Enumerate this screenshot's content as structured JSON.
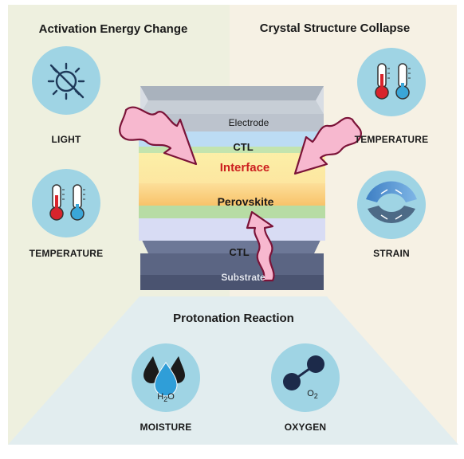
{
  "sections": {
    "activation": {
      "title": "Activation Energy Change",
      "items": [
        "LIGHT",
        "TEMPERATURE"
      ]
    },
    "crystal": {
      "title": "Crystal Structure Collapse",
      "items": [
        "TEMPERATURE",
        "STRAIN"
      ]
    },
    "protonation": {
      "title": "Protonation Reaction",
      "items": [
        "MOISTURE",
        "OXYGEN"
      ]
    }
  },
  "stack": {
    "electrode": "Electrode",
    "ctl_top": "CTL",
    "interface": "Interface",
    "perovskite": "Perovskite",
    "ctl_bottom": "CTL",
    "substrate": "Substrate"
  },
  "chem": {
    "water_main": "H",
    "water_sub": "2",
    "water_tail": "O",
    "oxygen_main": "O",
    "oxygen_sub": "2"
  },
  "colors": {
    "left_panel": "#eef0df",
    "right_panel": "#f6f1e4",
    "bottom_panel": "#e3eef0",
    "icon_circle": "#9fd4e4",
    "interface_text": "#cc1f1f",
    "arrow_fill": "#f7b8cf",
    "arrow_stroke": "#7b1338"
  }
}
